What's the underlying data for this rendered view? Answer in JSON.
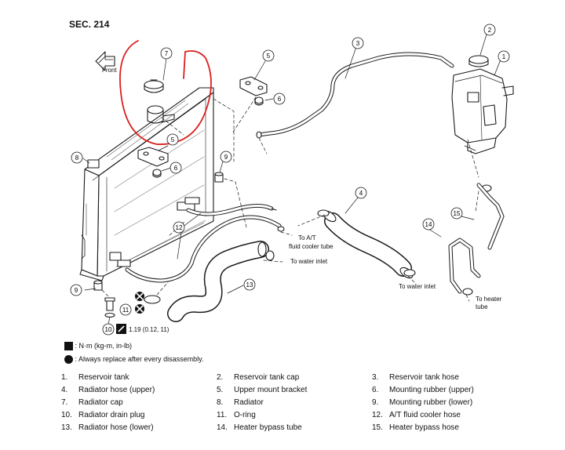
{
  "section": "SEC. 214",
  "front_label": "Front",
  "colors": {
    "line": "#1a1a1a",
    "annotation": "#d9201f",
    "callout_fill": "#ffffff"
  },
  "callouts": [
    "1",
    "2",
    "3",
    "4",
    "5",
    "5",
    "6",
    "6",
    "7",
    "8",
    "9",
    "9",
    "10",
    "11",
    "12",
    "13",
    "14",
    "15"
  ],
  "callout_list": [
    {
      "id": "1",
      "name": "Reservoir tank"
    },
    {
      "id": "2",
      "name": "Reservoir tank cap"
    },
    {
      "id": "3",
      "name": "Reservoir tank hose"
    },
    {
      "id": "4",
      "name": "Radiator hose (upper)"
    },
    {
      "id": "5",
      "name": "Upper mount bracket"
    },
    {
      "id": "6",
      "name": "Mounting rubber (upper)"
    },
    {
      "id": "7",
      "name": "Radiator cap"
    },
    {
      "id": "8",
      "name": "Radiator"
    },
    {
      "id": "9",
      "name": "Mounting rubber (lower)"
    },
    {
      "id": "10",
      "name": "Radiator drain plug"
    },
    {
      "id": "11",
      "name": "O-ring"
    },
    {
      "id": "12",
      "name": "A/T fluid cooler hose"
    },
    {
      "id": "13",
      "name": "Radiator hose (lower)"
    },
    {
      "id": "14",
      "name": "Heater bypass tube"
    },
    {
      "id": "15",
      "name": "Heater bypass hose"
    }
  ],
  "annotations": {
    "to_at_fluid": "To A/T fluid cooler tube",
    "to_water_inlet_1": "To water inlet",
    "to_water_inlet_2": "To water inlet",
    "to_heater_tube": "To heater tube",
    "torque_value": "1.19 (0.12, 11)"
  },
  "legend": {
    "torque": ": N·m (kg-m, in-lb)",
    "replace": ": Always replace after every disassembly."
  },
  "parts": [
    {
      "num": "1.",
      "label": "Reservoir tank"
    },
    {
      "num": "2.",
      "label": "Reservoir tank cap"
    },
    {
      "num": "3.",
      "label": "Reservoir tank hose"
    },
    {
      "num": "4.",
      "label": "Radiator hose (upper)"
    },
    {
      "num": "5.",
      "label": "Upper mount bracket"
    },
    {
      "num": "6.",
      "label": "Mounting rubber (upper)"
    },
    {
      "num": "7.",
      "label": "Radiator cap"
    },
    {
      "num": "8.",
      "label": "Radiator"
    },
    {
      "num": "9.",
      "label": "Mounting rubber (lower)"
    },
    {
      "num": "10.",
      "label": "Radiator drain plug"
    },
    {
      "num": "11.",
      "label": "O-ring"
    },
    {
      "num": "12.",
      "label": "A/T fluid cooler hose"
    },
    {
      "num": "13.",
      "label": "Radiator hose (lower)"
    },
    {
      "num": "14.",
      "label": "Heater bypass tube"
    },
    {
      "num": "15.",
      "label": "Heater bypass hose"
    }
  ]
}
